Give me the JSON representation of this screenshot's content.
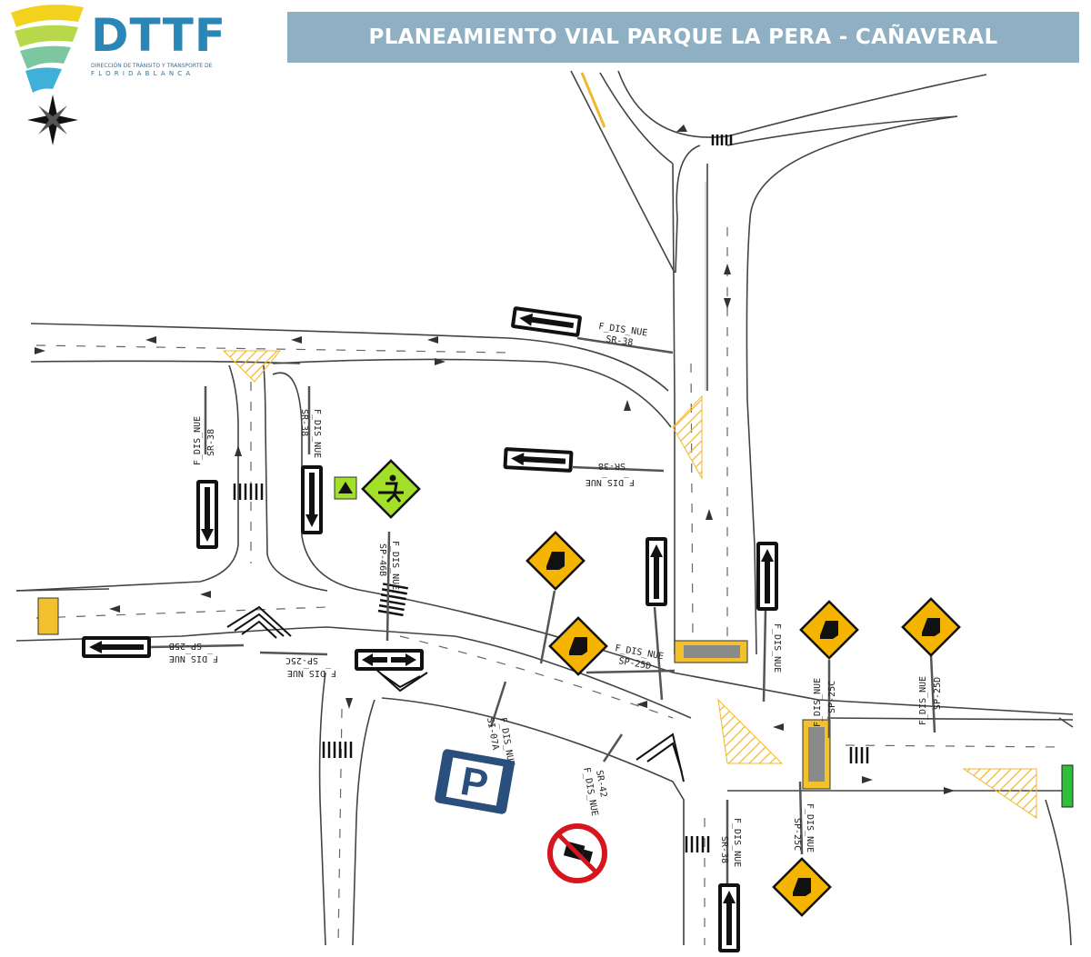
{
  "header": {
    "title": "PLANEAMIENTO VIAL PARQUE LA PERA - CAÑAVERAL"
  },
  "logo": {
    "brand": "DTTF",
    "subtitle_line1": "DIRECCIÓN DE TRÁNSITO Y TRANSPORTE DE",
    "subtitle_line2": "FLORIDABLANCA",
    "colors": [
      "#f2d21c",
      "#b7d84a",
      "#3fb0d8"
    ]
  },
  "compass": {
    "icon": "compass-rose-icon"
  },
  "colors": {
    "road_outline": "#444444",
    "median_yellow": "#f4c12e",
    "crosswalk": "#111111",
    "warning_sign": "#f5b400",
    "school_sign": "#a3e02a",
    "parking_sign": "#2b4f7c",
    "prohibition_ring": "#d6151c",
    "banner": "#8fb0c2"
  },
  "sign_labels": {
    "sr38_a": {
      "code": "F_DIS_NUE",
      "ref": "SR-38"
    },
    "sr38_b": {
      "code": "F_DIS_NUE",
      "ref": "SR-38"
    },
    "sr38_c": {
      "code": "F_DIS_NUE",
      "ref": "SR-38"
    },
    "sr38_d": {
      "code": "F_DIS_NUE",
      "ref": "SR-38"
    },
    "sp46b": {
      "code": "F_DIS_NUE",
      "ref": "SP-46B"
    },
    "sp25b": {
      "code": "F_DIS_NUE",
      "ref": "SP-25B"
    },
    "sp25c": {
      "code": "F_DIS_NUE",
      "ref": "SP-25C"
    },
    "sp25d": {
      "code": "F_DIS_NUE",
      "ref": "SP-25D"
    },
    "sp25c2": {
      "code": "F_DIS_NUE",
      "ref": "SP-25C"
    },
    "si07a": {
      "code": "F_DIS_NUE",
      "ref": "SI-07A"
    },
    "sr42": {
      "code": "F_DIS_NUE",
      "ref": "SR-42"
    }
  },
  "signs": [
    {
      "type": "one-way-arrow-left"
    },
    {
      "type": "one-way-arrow-left"
    },
    {
      "type": "one-way-arrow-left"
    },
    {
      "type": "one-way-arrow-down"
    },
    {
      "type": "one-way-arrow-down"
    },
    {
      "type": "one-way-arrow-up"
    },
    {
      "type": "one-way-arrow-up"
    },
    {
      "type": "one-way-arrow-up"
    },
    {
      "type": "two-way-arrows"
    },
    {
      "type": "pedestrian-crossing"
    },
    {
      "type": "road-narrows-warning"
    },
    {
      "type": "road-narrows-warning"
    },
    {
      "type": "road-narrows-warning"
    },
    {
      "type": "road-narrows-warning"
    },
    {
      "type": "road-narrows-warning"
    },
    {
      "type": "parking"
    },
    {
      "type": "no-trucks"
    }
  ]
}
